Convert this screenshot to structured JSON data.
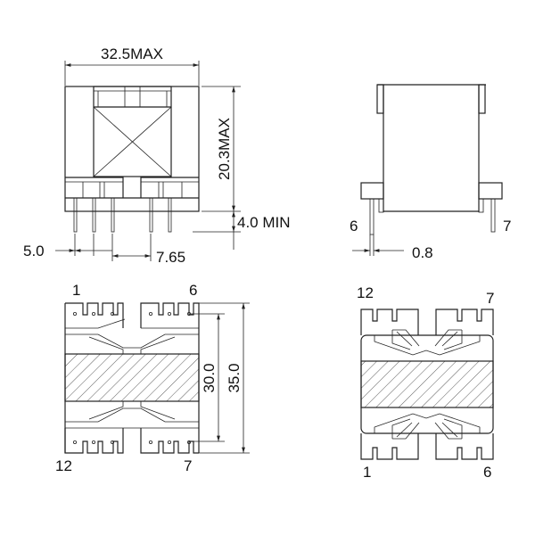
{
  "drawing": {
    "front_view": {
      "width_dim": "32.5MAX",
      "height_dim": "20.3MAX",
      "pin_length_dim": "4.0 MIN",
      "pin_pitch_dim": "5.0",
      "pin_gap_dim": "7.65"
    },
    "side_view": {
      "pin_left": "6",
      "pin_right": "7",
      "pin_diameter_dim": "0.8"
    },
    "bottom_view": {
      "pin_top_left": "1",
      "pin_top_right": "6",
      "pin_bottom_left": "12",
      "pin_bottom_right": "7",
      "inner_dim": "30.0",
      "outer_dim": "35.0"
    },
    "top_view": {
      "pin_top_left": "12",
      "pin_top_right": "7",
      "pin_bottom_left": "1",
      "pin_bottom_right": "6"
    }
  }
}
